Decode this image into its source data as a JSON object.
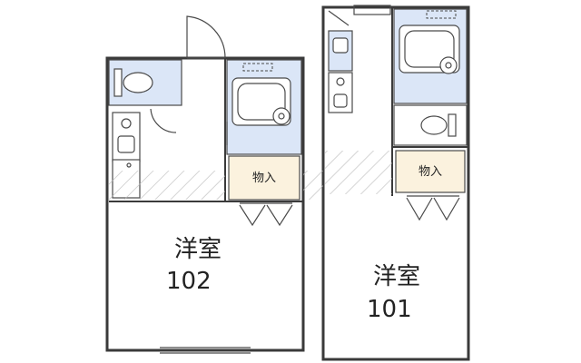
{
  "rooms": {
    "room_102": {
      "label": "洋室",
      "number": "102"
    },
    "room_101": {
      "label": "洋室",
      "number": "101"
    }
  },
  "storage": {
    "storage_102": "物入",
    "storage_101": "物入"
  },
  "colors": {
    "wall": "#3a3a3a",
    "wet_area": "#dbe6f7",
    "storage": "#fbf2de",
    "hatch": "#bbbbbb"
  }
}
